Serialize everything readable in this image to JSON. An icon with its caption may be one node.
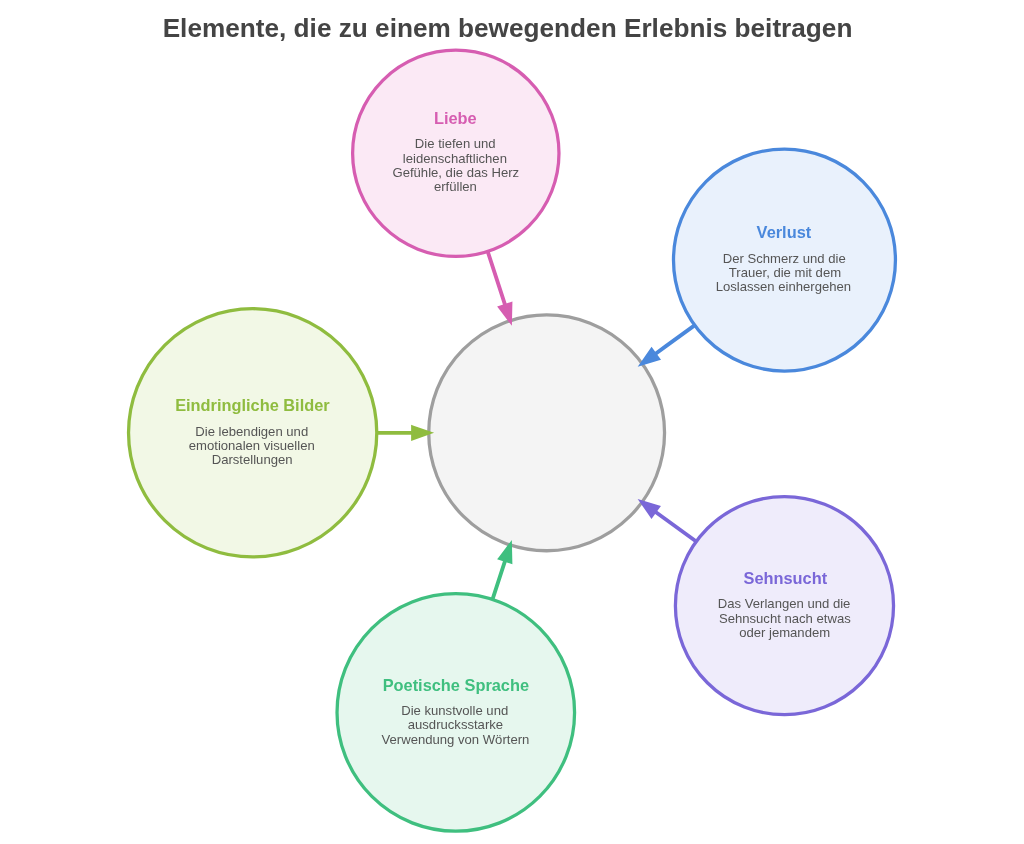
{
  "diagram": {
    "title": "Elemente, die zu einem bewegenden Erlebnis beitragen",
    "nodes": [
      {
        "text": [
          "Liebe",
          "Die tiefen und leidenschaftlichen Gefühle, die das Herz erfüllen"
        ]
      },
      {
        "text": [
          "Eindringliche Bilder",
          "Die lebendigen und emotionalen visuellen Darstellungen"
        ]
      },
      {
        "text": [
          "Verlust",
          "Der Schmerz und die Trauer, die mit dem Loslassen einhergehen"
        ]
      },
      {
        "text": [],
        "shape": "circle"
      },
      {
        "text": [
          "Poetische Sprache",
          "Die kunstvolle und ausdrucksstarke Verwendung von Wörtern"
        ]
      },
      {
        "text": [
          "Sehnsucht",
          "Das Verlangen und die Sehnsucht nach etwas oder jemandem"
        ]
      }
    ],
    "edges": [
      {
        "from": 0,
        "to": 3,
        "arrow": "to",
        "color": "#d65db1"
      },
      {
        "from": 1,
        "to": 3,
        "arrow": "to",
        "color": "#8fbc3f"
      },
      {
        "from": 2,
        "to": 3,
        "arrow": "to",
        "color": "#4a88dc"
      },
      {
        "from": 4,
        "to": 3,
        "arrow": "to",
        "color": "#3fbf7f"
      },
      {
        "from": 5,
        "to": 3,
        "arrow": "to",
        "color": "#7a67d8"
      }
    ]
  }
}
